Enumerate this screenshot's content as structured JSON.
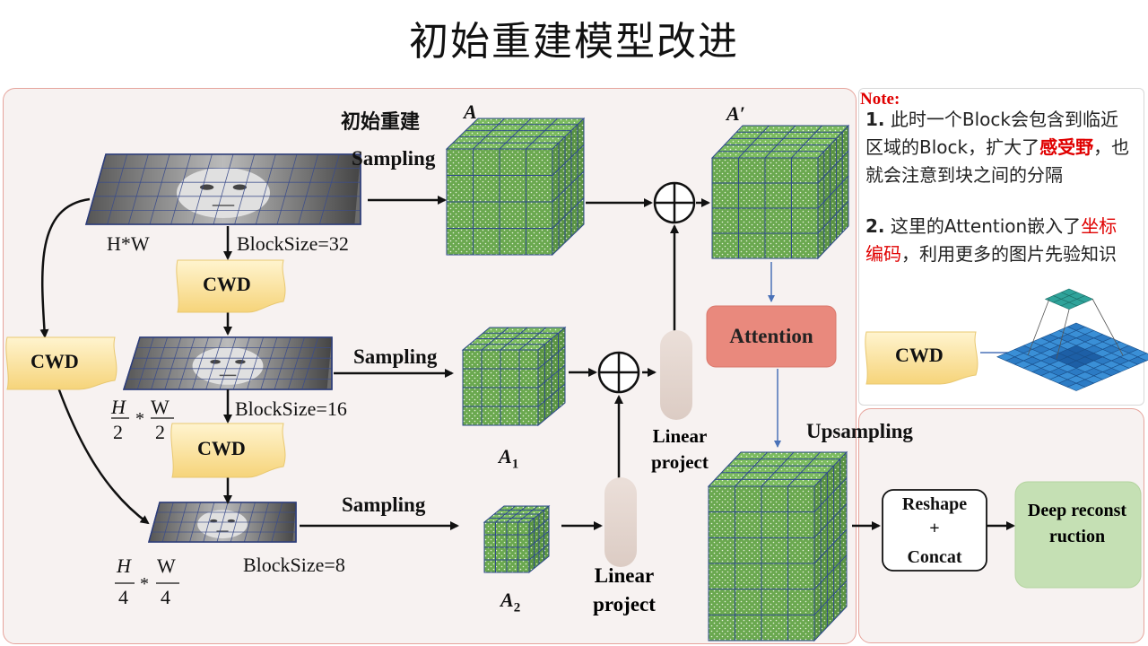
{
  "title": "初始重建模型改进",
  "panel_label": "初始重建",
  "labels": {
    "sampling_1": "Sampling",
    "sampling_2": "Sampling",
    "sampling_3": "Sampling",
    "hw": "H*W",
    "blocksize_32": "BlockSize=32",
    "blocksize_16": "BlockSize=16",
    "blocksize_8": "BlockSize=8",
    "cwd": "CWD",
    "attention": "Attention",
    "upsampling": "Upsampling",
    "linear_project_1": "Linear project",
    "linear_project_2": "Linear project",
    "reshape": "Reshape",
    "plus": "+",
    "concat": "Concat",
    "deep_reconstruction": "Deep reconstruction",
    "A": "A",
    "A_prime": "A′",
    "A1": "A",
    "A1_sub": "1",
    "A2": "A",
    "A2_sub": "2",
    "frac_h": "H",
    "frac_w": "W",
    "den_2": "2",
    "den_4": "4",
    "times": "*"
  },
  "note": {
    "title": "Note:",
    "item1_num": "1.",
    "item1_a": "此时一个Block会包含到临近区域的Block，扩大了",
    "item1_highlight": "感受野",
    "item1_b": "，也就会注意到块之间的分隔",
    "item2_num": "2.",
    "item2_a": "这里的Attention嵌入了",
    "item2_highlight": "坐标编码",
    "item2_b": "，利用更多的图片先验知识",
    "cwd": "CWD"
  },
  "colors": {
    "cube_green": "#6aa84f",
    "cube_grid": "#2e4a8a",
    "attention_fill": "#e9897d",
    "deep_fill": "#c5e0b4",
    "cwd_fill": "#fbe29a",
    "linear_fill": "#e2d3cc",
    "panel_border": "#e6a49c",
    "note_red": "#e00000"
  }
}
